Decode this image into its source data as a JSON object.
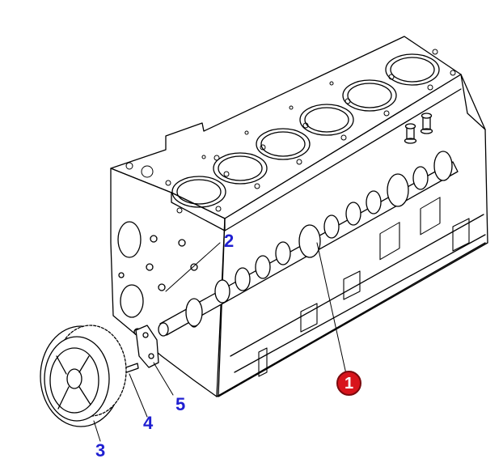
{
  "callouts": {
    "part1": "1",
    "part2": "2",
    "part3": "3",
    "part4": "4",
    "part5": "5"
  },
  "colors": {
    "callout_text": "#1f1fd1",
    "highlight_badge": "#d8141c",
    "line_art": "#000000"
  }
}
